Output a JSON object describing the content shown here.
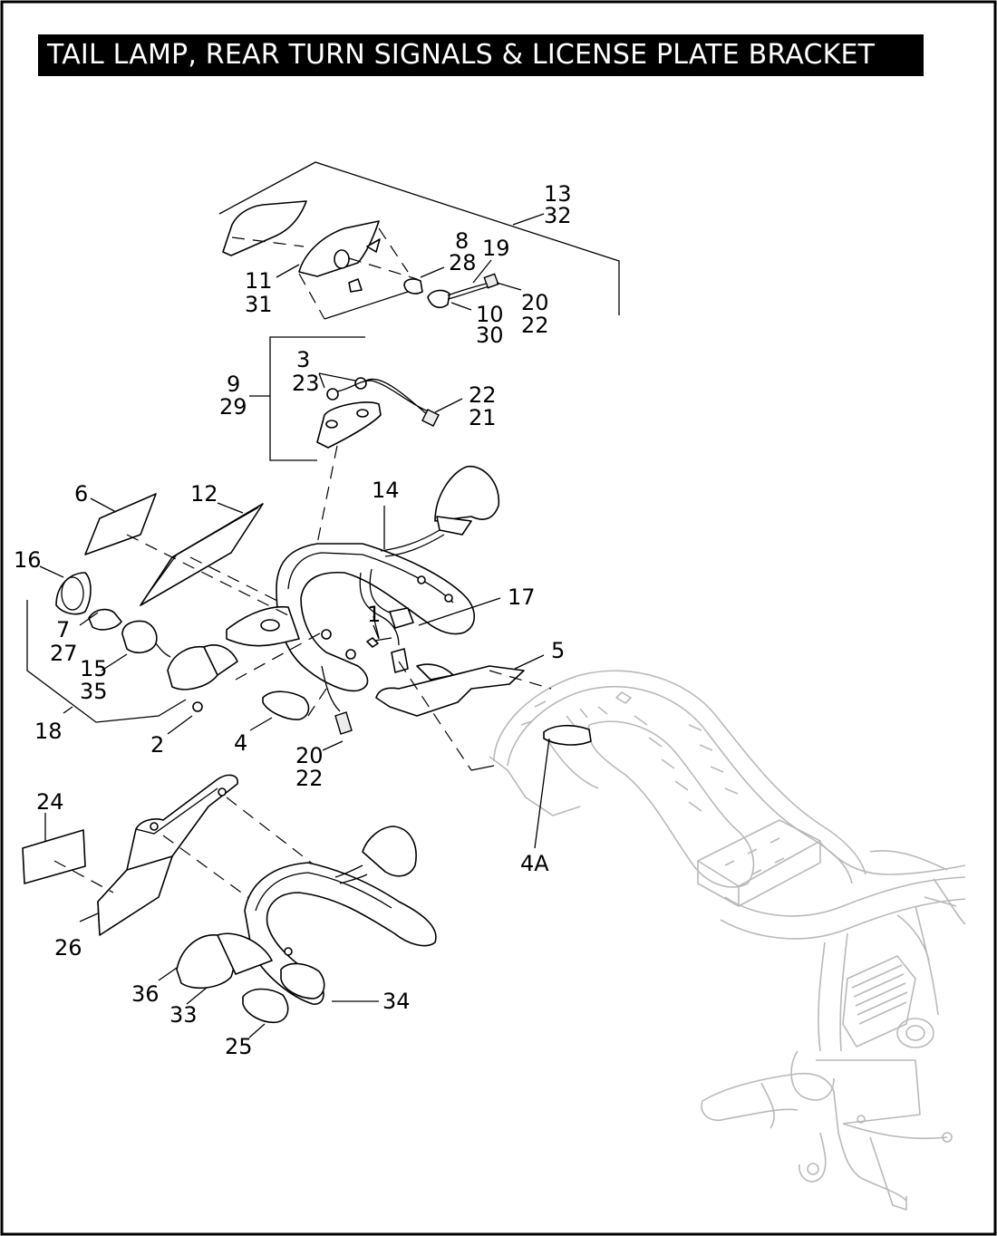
{
  "title": "TAIL LAMP, REAR TURN SIGNALS & LICENSE PLATE BRACKET",
  "callouts": [
    "13",
    "32",
    "8",
    "19",
    "28",
    "11",
    "31",
    "20",
    "22",
    "10",
    "30",
    "3",
    "23",
    "9",
    "29",
    "22",
    "21",
    "6",
    "12",
    "14",
    "16",
    "17",
    "1",
    "5",
    "7",
    "27",
    "15",
    "35",
    "18",
    "2",
    "4",
    "20",
    "22",
    "24",
    "4A",
    "26",
    "36",
    "33",
    "34",
    "25"
  ]
}
